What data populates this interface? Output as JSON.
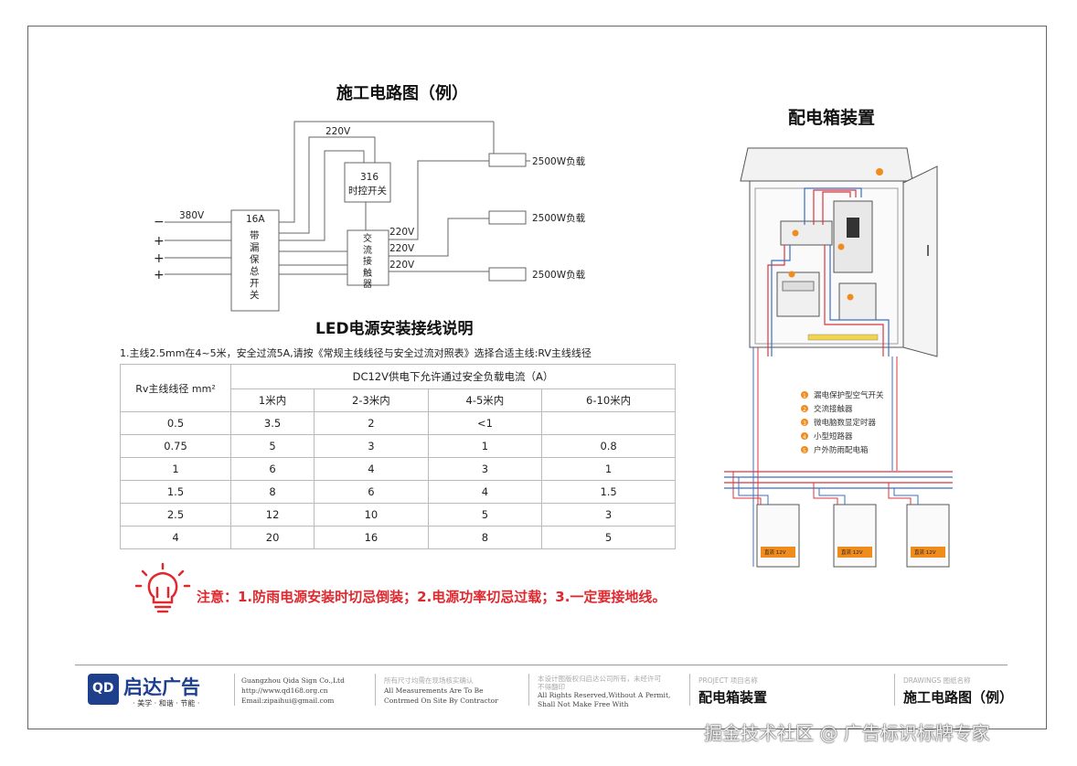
{
  "titles": {
    "circuit": "施工电路图（例）",
    "box": "配电箱装置",
    "led": "LED电源安装接线说明"
  },
  "circuit": {
    "v380": "380V",
    "a16": "16A",
    "breaker": "带漏保总开关",
    "v220_top": "220V",
    "timer_num": "316",
    "timer_name": "时控开关",
    "contactor": "交流接触器",
    "v220_a": "220V",
    "v220_b": "220V",
    "v220_c": "220V",
    "load1": "2500W负载",
    "load2": "2500W负载",
    "load3": "2500W负载",
    "minus": "−",
    "plus1": "+",
    "plus2": "+",
    "plus3": "+"
  },
  "intro": "1.主线2.5mm在4~5米，安全过流5A,请按《常规主线线径与安全过流对照表》选择合适主线:RV主线线径",
  "table": {
    "col_head": "Rv主线线径 mm²",
    "span_head": "DC12V供电下允许通过安全负载电流（A）",
    "sub_heads": [
      "1米内",
      "2-3米内",
      "4-5米内",
      "6-10米内"
    ],
    "rows": [
      [
        "0.5",
        "3.5",
        "2",
        "<1",
        ""
      ],
      [
        "0.75",
        "5",
        "3",
        "1",
        "0.8"
      ],
      [
        "1",
        "6",
        "4",
        "3",
        "1"
      ],
      [
        "1.5",
        "8",
        "6",
        "4",
        "1.5"
      ],
      [
        "2.5",
        "12",
        "10",
        "5",
        "3"
      ],
      [
        "4",
        "20",
        "16",
        "8",
        "5"
      ]
    ]
  },
  "warning": "注意：1.防雨电源安装时切忌倒装；2.电源功率切忌过载；3.一定要接地线。",
  "legend": [
    {
      "num": "1",
      "text": "漏电保护型空气开关"
    },
    {
      "num": "2",
      "text": "交流接触器"
    },
    {
      "num": "3",
      "text": "微电脑数显定时器"
    },
    {
      "num": "4",
      "text": "小型短路器"
    },
    {
      "num": "5",
      "text": "户外防雨配电箱"
    }
  ],
  "psu_label": "直流 12V",
  "footer": {
    "logo_mark": "QD",
    "logo_name": "启达广告",
    "slogan": "· 美学 · 和谐 · 节能 ·",
    "company": "Guangzhou Qida Sign Co.,Ltd",
    "website": "http://www.qd168.org.cn",
    "email": "Email:zipaihui@gmail.com",
    "measure_cn": "所有尺寸均需在现场核实确认",
    "measure_en1": "All Measurements Are To Be",
    "measure_en2": "Contrmed On Site By Contractor",
    "rights_cn": "本设计图版权归启达公司所有，未经许可",
    "rights_cn2": "不得翻印",
    "rights_en1": "All Rights Reserved,Without A Permit,",
    "rights_en2": "Shall Not Make Free With",
    "project_label": "PROJECT  项目名称",
    "project_name": "配电箱装置",
    "drawing_label": "DRAWINGS  图纸名称",
    "drawing_name": "施工电路图（例）"
  },
  "watermark": "掘金技术社区 @ 广告标识标牌专家",
  "colors": {
    "warning": "#e0282e",
    "brand": "#1d3f8c",
    "orange": "#f08c1e",
    "red_wire": "#d9363e",
    "blue_wire": "#3a6fc4"
  }
}
